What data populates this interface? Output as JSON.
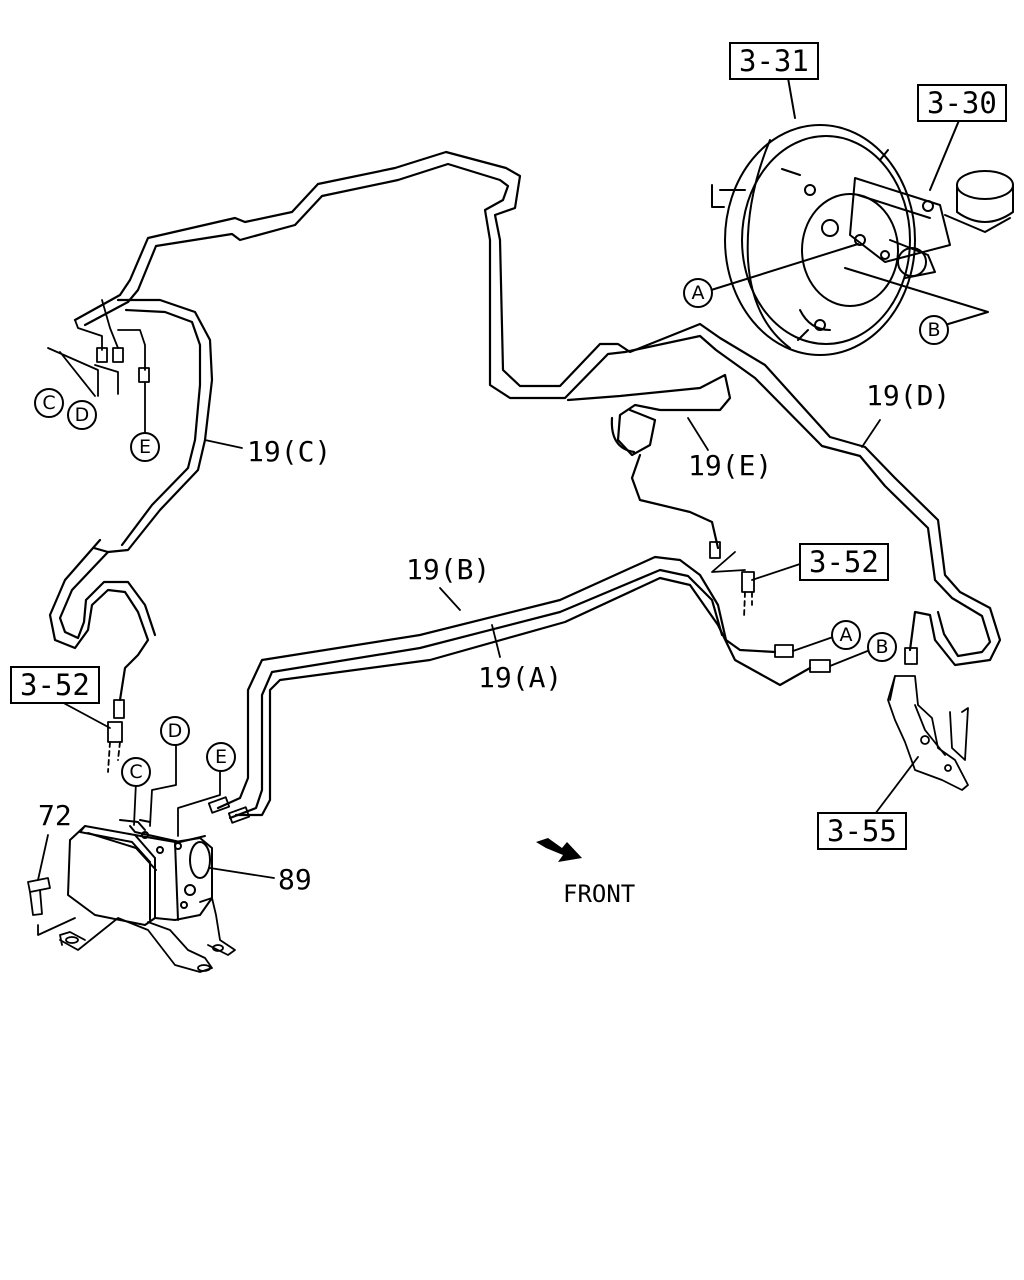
{
  "part_refs": {
    "ref_3_31": "3-31",
    "ref_3_30": "3-30",
    "ref_3_52_right": "3-52",
    "ref_3_52_left": "3-52",
    "ref_3_55": "3-55"
  },
  "pipe_labels": {
    "pipe_19c": "19(C)",
    "pipe_19d": "19(D)",
    "pipe_19e": "19(E)",
    "pipe_19b": "19(B)",
    "pipe_19a": "19(A)"
  },
  "part_numbers": {
    "bolt": "72",
    "abs_unit": "89"
  },
  "connection_markers": {
    "booster_a": "A",
    "booster_b": "B",
    "top_left_c": "C",
    "top_left_d": "D",
    "top_left_e": "E",
    "mid_a": "A",
    "mid_b": "B",
    "abs_c": "C",
    "abs_d": "D",
    "abs_e": "E"
  },
  "direction": {
    "front_label": "FRONT",
    "arrow_icon": "front-arrow-icon"
  }
}
